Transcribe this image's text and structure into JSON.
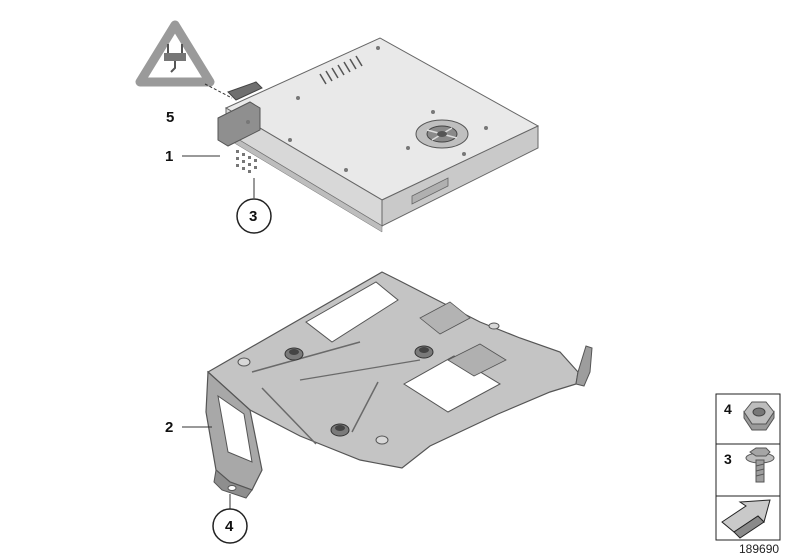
{
  "callouts": {
    "part_1": "1",
    "part_2": "2",
    "part_3_module": "3",
    "part_4_bracket": "4",
    "part_5": "5"
  },
  "legend": {
    "nut_number": "4",
    "screw_number": "3"
  },
  "diagram_number": "189690",
  "icons": {
    "warning": "electrical-plug-warning-icon",
    "nut": "hex-nut-icon",
    "screw": "hex-screw-icon",
    "arrow": "arrow-pointer-icon"
  },
  "colors": {
    "part_light": "#e6e6e6",
    "part_mid": "#cfcfcf",
    "part_dark": "#9a9a9a",
    "outline": "#555555"
  }
}
